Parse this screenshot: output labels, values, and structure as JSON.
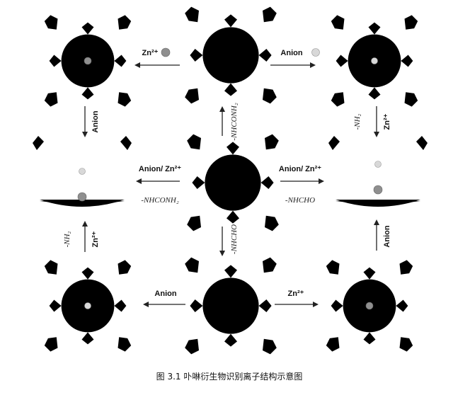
{
  "figure": {
    "caption": "图 3.1 卟啉衍生物识别离子结构示意图",
    "mirrored": true,
    "labels": {
      "top_left_arrow": "Anion",
      "top_right_arrow": "Zn²⁺",
      "left_top_vertical": "Zn²⁺",
      "left_top_vertical_group": "-NH₂",
      "center_up_group": "-NHCONH₂",
      "right_top_vertical": "Anion",
      "mid_left_arrow": "Anion/ Zn²⁺",
      "mid_left_group": "-NHCHO",
      "mid_right_arrow": "Anion/ Zn²⁺",
      "mid_right_group": "-NHCONH₂",
      "center_down_group": "-NHCHO",
      "left_bottom_vertical": "Anion",
      "right_bottom_vertical": "Zn²⁺",
      "right_bottom_vertical_group": "-NH₂",
      "bottom_left_arrow": "Zn²⁺",
      "bottom_right_arrow": "Anion"
    }
  }
}
